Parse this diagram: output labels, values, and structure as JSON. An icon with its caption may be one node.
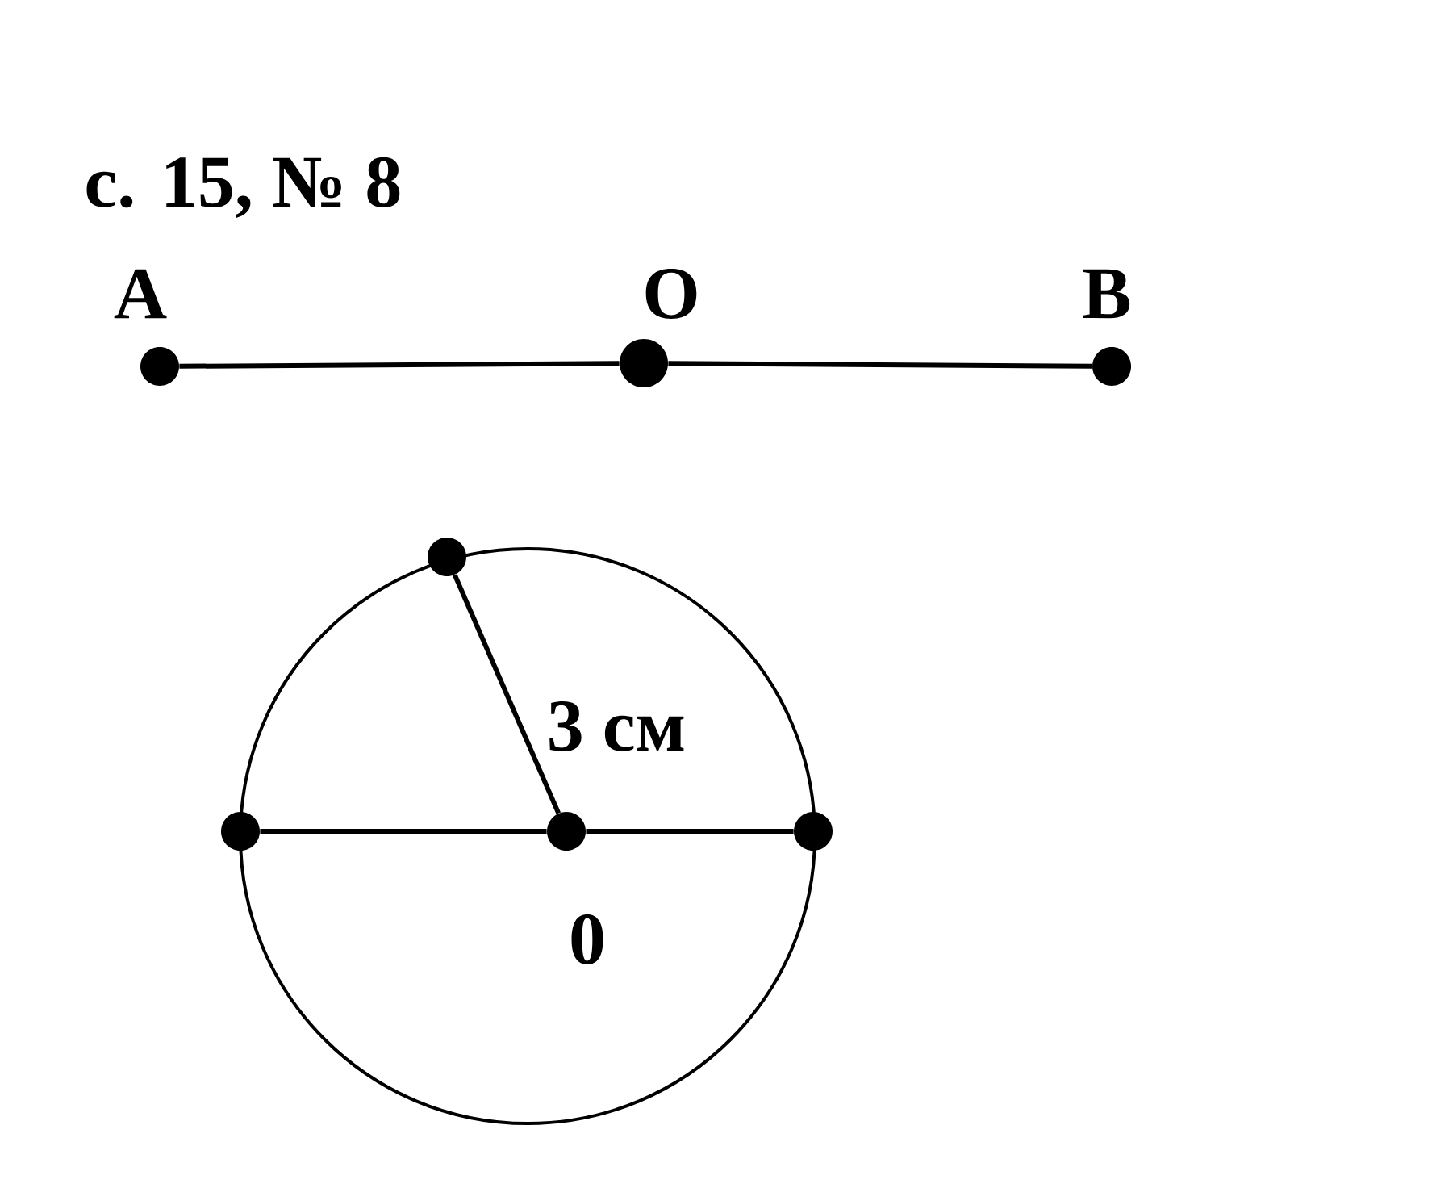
{
  "diagram": {
    "title": "с. 15, № 8",
    "nodes": [
      {
        "text": [
          "A"
        ]
      },
      {
        "text": [
          "O"
        ]
      },
      {
        "text": [
          "B"
        ]
      },
      {
        "text": [],
        "shape": "circle"
      },
      {
        "text": [],
        "shape": "circle"
      },
      {
        "text": [
          "0"
        ]
      },
      {
        "text": [],
        "shape": "circle"
      }
    ],
    "edges": [
      {
        "from": 0,
        "to": 1,
        "arrow": "none"
      },
      {
        "from": 1,
        "to": 2,
        "arrow": "none"
      },
      {
        "from": 4,
        "to": 5,
        "arrow": "none"
      },
      {
        "from": 5,
        "to": 6,
        "arrow": "none"
      },
      {
        "from": 5,
        "to": 3,
        "label": "3 см",
        "arrow": "none"
      }
    ]
  }
}
